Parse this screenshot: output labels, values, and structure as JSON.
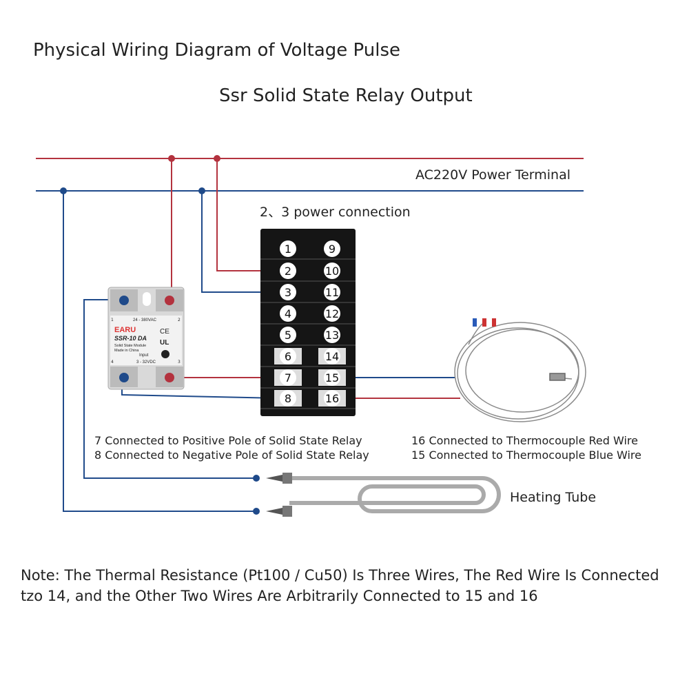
{
  "title": {
    "line1": "Physical Wiring Diagram of Voltage Pulse",
    "line2": "Ssr Solid State Relay Output"
  },
  "labels": {
    "power_terminal": "AC220V Power Terminal",
    "power_connection": "2、3 power connection",
    "pin7": "7 Connected to Positive Pole of Solid State Relay",
    "pin8": "8 Connected to Negative Pole of Solid State Relay",
    "pin16": "16 Connected to Thermocouple Red Wire",
    "pin15": "15 Connected to Thermocouple Blue Wire",
    "heating_tube": "Heating Tube"
  },
  "note": "Note: The Thermal Resistance (Pt100 / Cu50) Is Three Wires, The Red Wire Is Connected tzo 14, and the Other Two Wires Are Arbitrarily Connected to 15 and 16",
  "ssr": {
    "brand": "EARU",
    "model": "SSR-10 DA",
    "desc1": "Solid State Module",
    "desc2": "Made in China",
    "ac_range": "24 - 380VAC",
    "dc_range": "3 - 32VDC",
    "input": "Input",
    "ce": "CE",
    "ul": "UL",
    "pins": [
      "1",
      "2",
      "3",
      "4"
    ]
  },
  "terminal_block": {
    "left": [
      "1",
      "2",
      "3",
      "4",
      "5",
      "6",
      "7",
      "8"
    ],
    "right": [
      "9",
      "10",
      "11",
      "12",
      "13",
      "14",
      "15",
      "16"
    ]
  },
  "colors": {
    "red_wire": "#b3323e",
    "blue_wire": "#1f4a8a"
  }
}
